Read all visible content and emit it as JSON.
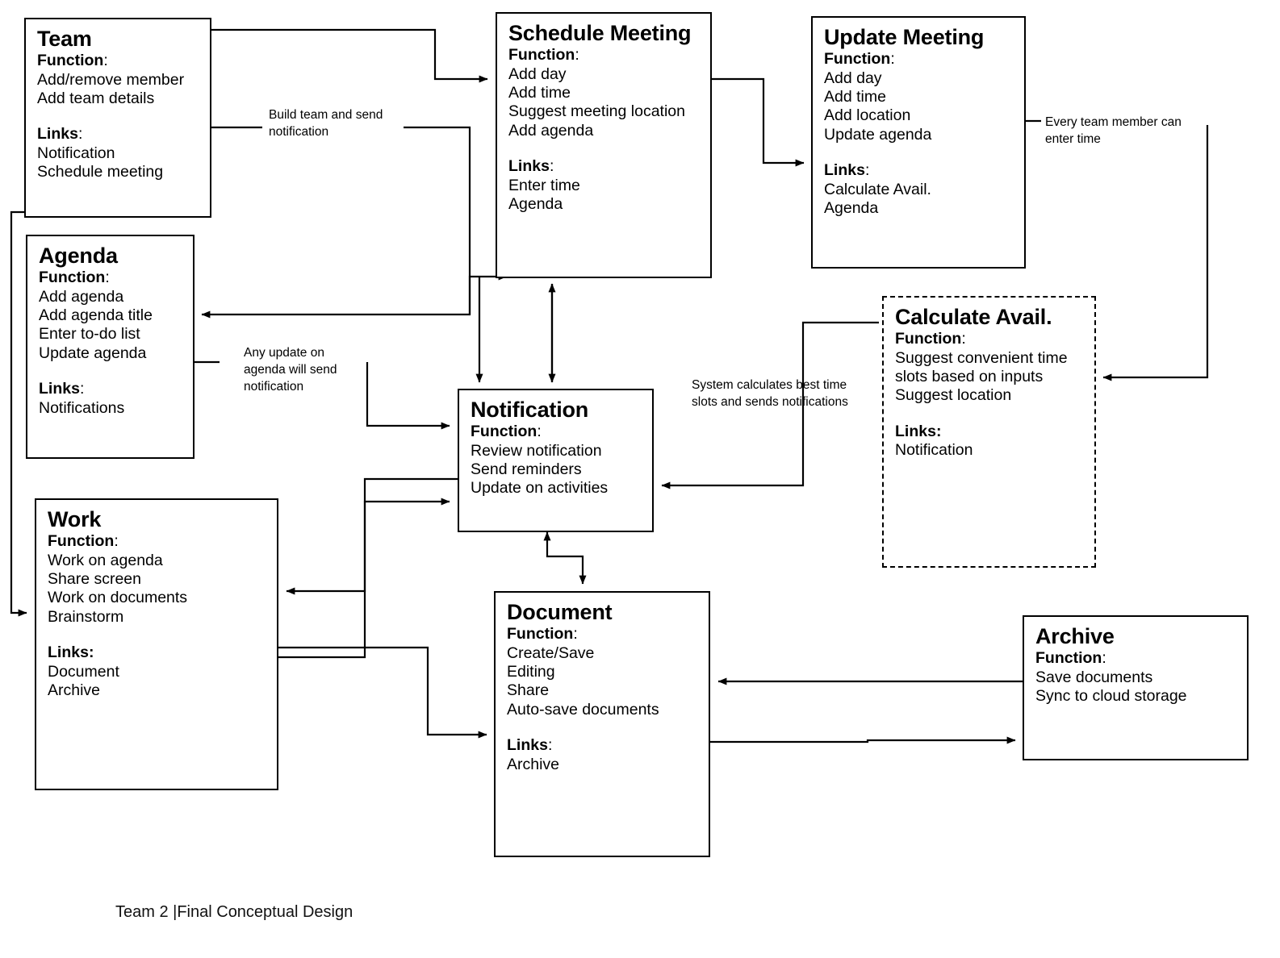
{
  "diagram": {
    "title_caption": "Team 2 |Final Conceptual Design",
    "labels": {
      "function": "Function",
      "links": "Links",
      "colon": ":"
    },
    "nodes": [
      {
        "id": "team",
        "title": "Team",
        "functions": [
          "Add/remove member",
          "Add team details"
        ],
        "links": [
          "Notification",
          "Schedule meeting"
        ],
        "style": "solid"
      },
      {
        "id": "schedule-meeting",
        "title": "Schedule Meeting",
        "functions": [
          "Add day",
          "Add time",
          "Suggest meeting location",
          "Add agenda"
        ],
        "links": [
          "Enter time",
          "Agenda"
        ],
        "style": "solid"
      },
      {
        "id": "update-meeting",
        "title": "Update Meeting",
        "functions": [
          "Add day",
          "Add time",
          "Add location",
          "Update agenda"
        ],
        "links": [
          "Calculate Avail.",
          "Agenda"
        ],
        "style": "solid"
      },
      {
        "id": "agenda",
        "title": "Agenda",
        "functions": [
          "Add agenda",
          "Add agenda title",
          "Enter to-do list",
          "Update agenda"
        ],
        "links": [
          "Notifications"
        ],
        "style": "solid"
      },
      {
        "id": "calculate-avail",
        "title": "Calculate Avail.",
        "functions": [
          "Suggest convenient time",
          "slots based on inputs",
          "Suggest location"
        ],
        "links": [
          "Notification"
        ],
        "style": "dashed"
      },
      {
        "id": "notification",
        "title": "Notification",
        "functions": [
          "Review notification",
          "Send reminders",
          "Update on activities"
        ],
        "links": [],
        "style": "solid"
      },
      {
        "id": "work",
        "title": "Work",
        "functions": [
          "Work on agenda",
          "Share screen",
          "Work on documents",
          "Brainstorm"
        ],
        "links": [
          "Document",
          "Archive"
        ],
        "style": "solid"
      },
      {
        "id": "document",
        "title": "Document",
        "functions": [
          "Create/Save",
          "Editing",
          "Share",
          "Auto-save documents"
        ],
        "links": [
          "Archive"
        ],
        "style": "solid"
      },
      {
        "id": "archive",
        "title": "Archive",
        "functions": [
          "Save documents",
          "Sync to cloud storage"
        ],
        "links": [],
        "style": "solid"
      }
    ],
    "edge_labels": [
      {
        "id": "build-team",
        "text": "Build team and send\nnotification"
      },
      {
        "id": "any-update",
        "text": "Any update on\nagenda will send\nnotification"
      },
      {
        "id": "system-calculates",
        "text": "System calculates best time\nslots and sends notifications"
      },
      {
        "id": "every-team-member",
        "text": "Every team member can\nenter time"
      }
    ]
  }
}
